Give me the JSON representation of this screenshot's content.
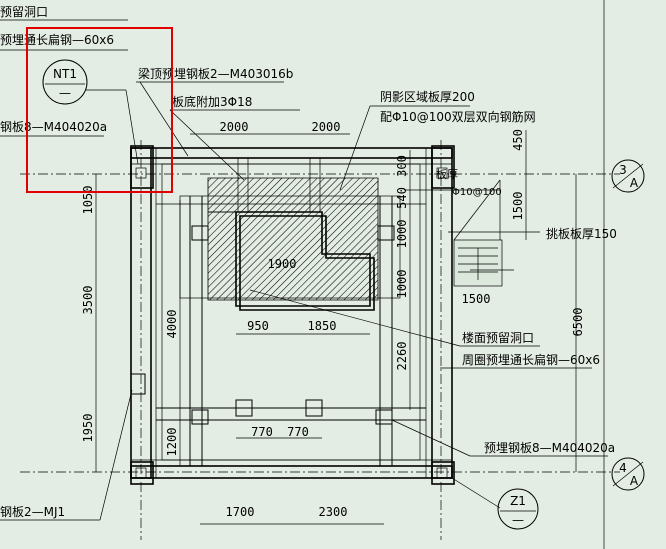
{
  "labels": {
    "top_reserved_hole": "预留洞口",
    "top_flat_steel": "预埋通长扁钢—60x6",
    "beam_plate": "梁顶预埋钢板2—M403016b",
    "slab_bottom_bar": "板底附加3Φ18",
    "shadow_slab": "阴影区域板厚200",
    "shadow_rebar": "配Φ10@100双层双向钢筋网",
    "left_plate": "钢板8—M404020a",
    "rebar_label": "Φ10@100",
    "slab_thickness": "板厚",
    "cantilever_slab": "挑板板厚150",
    "floor_hole": "楼面预留洞口",
    "floor_flat_steel": "周圈预埋通长扁钢—60x6",
    "right_plate": "预埋钢板8—M404020a",
    "bottom_left_plate": "钢板2—MJ1"
  },
  "markers": {
    "nt1": {
      "top": "NT1",
      "bottom": "—"
    },
    "z1": {
      "top": "Z1",
      "bottom": "—"
    },
    "axis3": {
      "num": "3",
      "letter": "A"
    },
    "axis4": {
      "num": "4",
      "letter": "A"
    }
  },
  "dims": {
    "top_left": "2000",
    "top_right": "2000",
    "hole_width": "1900",
    "inner_left": "950",
    "inner_right": "1850",
    "beam_left": "770",
    "beam_right": "770",
    "bottom_left": "1700",
    "bottom_right": "2300",
    "left_top": "1050",
    "left_mid": "3500",
    "left_bottom": "1950",
    "inner_4000": "4000",
    "inner_1200": "1200",
    "v_300": "300",
    "v_540": "540",
    "v_1000a": "1000",
    "v_1000b": "1000",
    "v_2260": "2260",
    "r_450": "450",
    "r_1500": "1500",
    "r_6500": "6500",
    "cant_1500": "1500"
  }
}
